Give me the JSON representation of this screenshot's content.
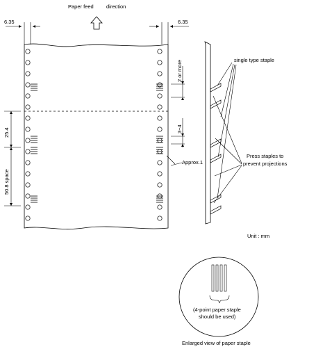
{
  "header": {
    "paper_feed": "Paper feed",
    "direction": "direction"
  },
  "dimensions": {
    "margin_left": "6.35",
    "margin_right": "6.35",
    "spacing_25": "25.4",
    "spacing_50": "50.8 space",
    "two_or_more": "2 or more",
    "three_four": "3~4",
    "approx": "Approx.1"
  },
  "side_view": {
    "single_type_staple": "single type   staple",
    "press_line1": "Press staples to",
    "press_line2": "prevent projections"
  },
  "unit": "Unit : mm",
  "enlarged": {
    "note_line1": "(4-point paper staple",
    "note_line2": "should be used)",
    "caption": "Enlarged view of paper staple"
  }
}
